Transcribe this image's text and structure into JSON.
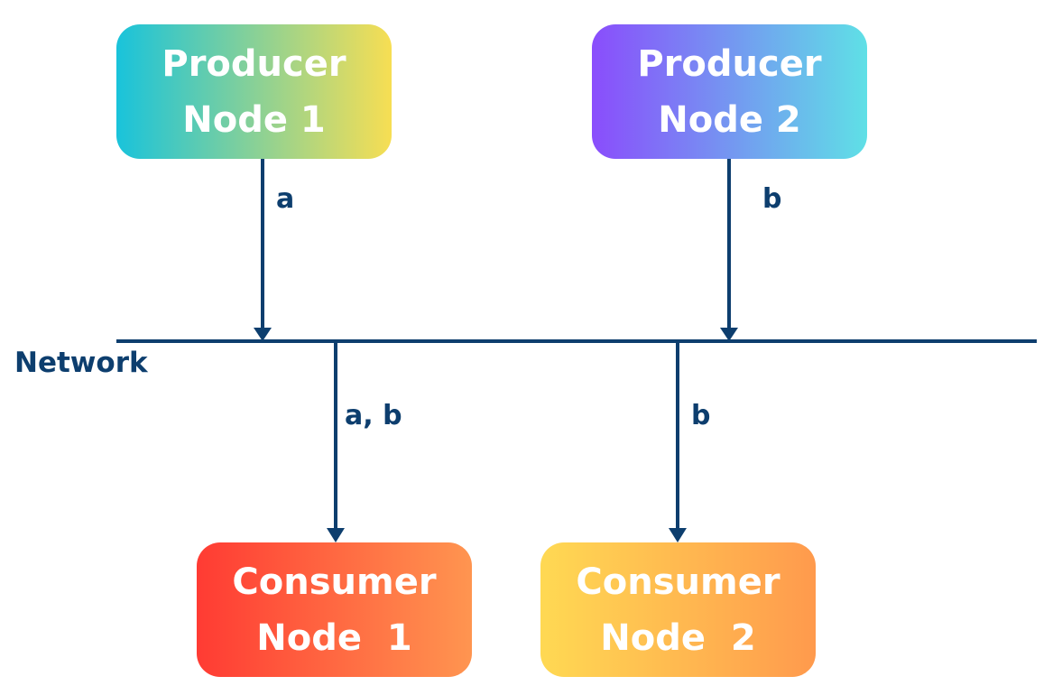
{
  "diagram": {
    "network_label": "Network",
    "producers": [
      {
        "line1": "Producer",
        "line2": "Node 1",
        "gradient": [
          "#19c3db",
          "#f7de53"
        ]
      },
      {
        "line1": "Producer",
        "line2": "Node 2",
        "gradient": [
          "#8a4dfc",
          "#5fe0e6"
        ]
      }
    ],
    "consumers": [
      {
        "line1": "Consumer",
        "line2": "Node  1",
        "gradient": [
          "#ff3b33",
          "#ff9550"
        ]
      },
      {
        "line1": "Consumer",
        "line2": "Node  2",
        "gradient": [
          "#ffd953",
          "#ff9a4d"
        ]
      }
    ],
    "edge_labels": {
      "producer1_to_network": "a",
      "producer2_to_network": "b",
      "network_to_consumer1": "a, b",
      "network_to_consumer2": "b"
    },
    "colors": {
      "line": "#0d3e6e",
      "label_text": "#0d3e6e",
      "node_text": "#ffffff"
    }
  }
}
